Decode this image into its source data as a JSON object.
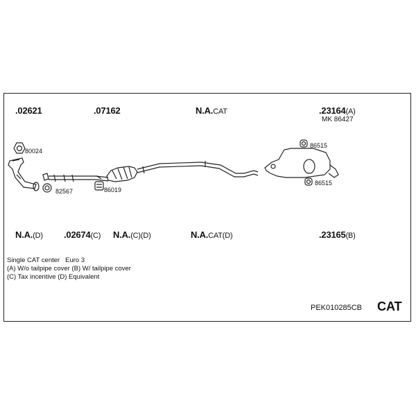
{
  "top_parts": [
    {
      "number": ".02621",
      "suffix": ""
    },
    {
      "number": ".07162",
      "suffix": ""
    },
    {
      "number": "N.A.",
      "suffix": "CAT"
    },
    {
      "number": ".23164",
      "suffix": "(A)"
    }
  ],
  "top_extra": "MK 86427",
  "callouts": [
    "80024",
    "82567",
    "86019",
    "86515",
    "86515"
  ],
  "bottom_parts": [
    {
      "number": "N.A.",
      "suffix": "(D)"
    },
    {
      "number": ".02674",
      "suffix": "(C)"
    },
    {
      "number": "N.A.",
      "suffix": "(C)(D)"
    },
    {
      "number": "N.A.",
      "suffix": "CAT(D)"
    },
    {
      "number": ".23165",
      "suffix": "(B)"
    }
  ],
  "notes": [
    "Single CAT center   Euro 3",
    "(A) W/o tailpipe cover (B) W/ tailpipe cover",
    "(C) Tax incentive (D) Equivalent"
  ],
  "kit_code": "PEK010285CB",
  "kit_type": "CAT"
}
